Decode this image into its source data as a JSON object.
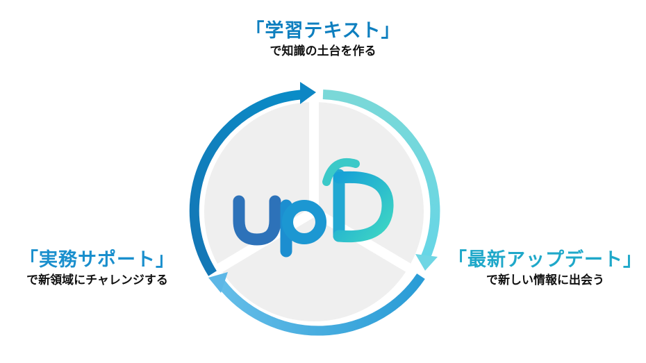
{
  "cycle": [
    {
      "title": "「学習テキスト」",
      "subtitle": "で知識の土台を作る",
      "color": "#0e7fbf"
    },
    {
      "title": "「最新アップデート」",
      "subtitle": "で新しい情報に出会う",
      "color": "#1fa8c9"
    },
    {
      "title": "「実務サポート」",
      "subtitle": "で新領域にチャレンジする",
      "color": "#1a8fcd"
    }
  ],
  "logo": {
    "text": "upD",
    "colors": [
      "#2d6fb8",
      "#1ea6d4",
      "#36d0c8"
    ]
  },
  "arrow_colors": {
    "left": "#0f80bd",
    "right": "#6edbdd",
    "bottom": "#44a6db"
  },
  "center_fill": "#efefef"
}
